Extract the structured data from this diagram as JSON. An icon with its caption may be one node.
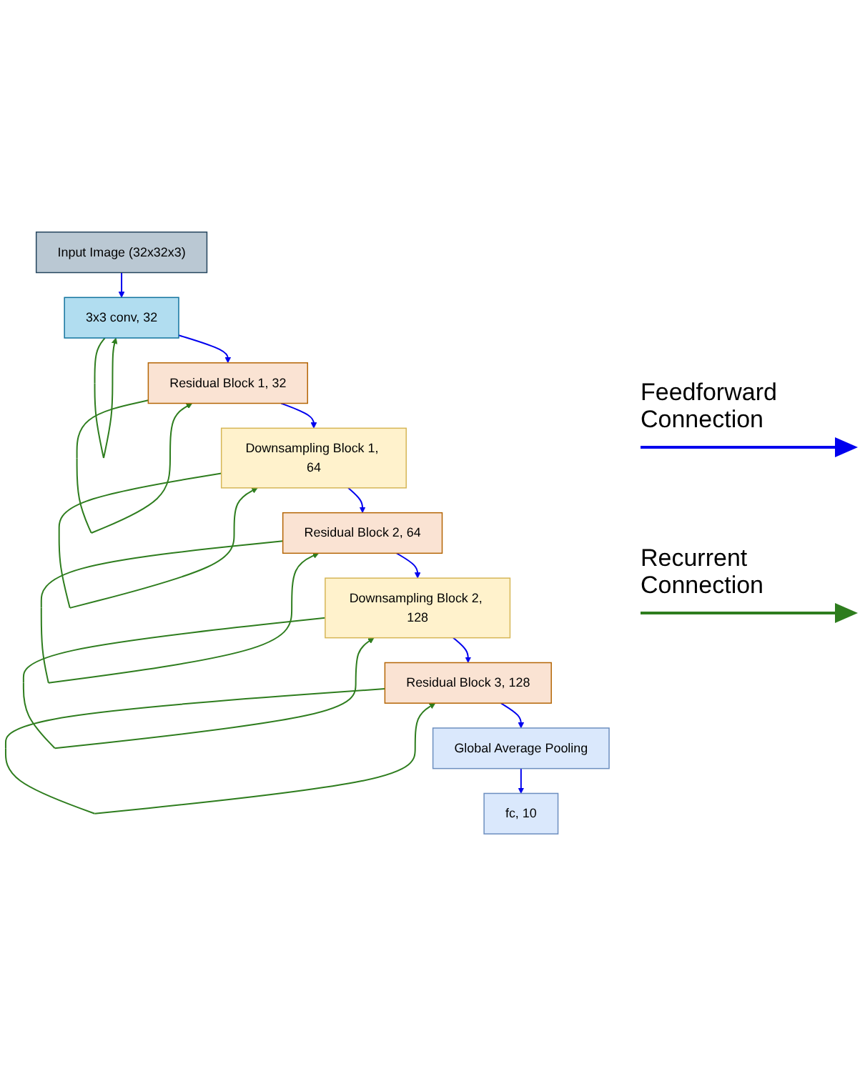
{
  "diagram": {
    "nodes": [
      {
        "text": [
          "Input Image (32x32x3)"
        ]
      },
      {
        "text": [
          "3x3 conv, 32"
        ]
      },
      {
        "text": [
          "Residual Block 1, 32"
        ]
      },
      {
        "text": [
          "Downsampling Block 1, 64"
        ]
      },
      {
        "text": [
          "Residual Block 2, 64"
        ]
      },
      {
        "text": [
          "Downsampling Block 2, 128"
        ]
      },
      {
        "text": [
          "Residual Block 3, 128"
        ]
      },
      {
        "text": [
          "Global Average Pooling"
        ]
      },
      {
        "text": [
          "fc, 10"
        ]
      }
    ],
    "edges": [
      {
        "from": 0,
        "to": 1,
        "arrow": "to"
      },
      {
        "from": 1,
        "to": 1,
        "arrow": "to",
        "color": "#2e7d1e"
      },
      {
        "from": 1,
        "to": 2,
        "arrow": "to"
      },
      {
        "from": 2,
        "to": 2,
        "arrow": "to",
        "color": "#2e7d1e"
      },
      {
        "from": 2,
        "to": 3,
        "arrow": "to"
      },
      {
        "from": 3,
        "to": 3,
        "arrow": "to",
        "color": "#2e7d1e"
      },
      {
        "from": 3,
        "to": 4,
        "arrow": "to"
      },
      {
        "from": 4,
        "to": 4,
        "arrow": "to",
        "color": "#2e7d1e"
      },
      {
        "from": 4,
        "to": 5,
        "arrow": "to"
      },
      {
        "from": 5,
        "to": 5,
        "arrow": "to",
        "color": "#2e7d1e"
      },
      {
        "from": 5,
        "to": 6,
        "arrow": "to"
      },
      {
        "from": 6,
        "to": 6,
        "arrow": "to",
        "color": "#2e7d1e"
      },
      {
        "from": 6,
        "to": 7,
        "arrow": "to"
      },
      {
        "from": 7,
        "to": 8,
        "arrow": "to"
      }
    ],
    "legend": [
      {
        "text": "Feedforward Connection"
      },
      {
        "text": "Recurrent Connection"
      }
    ]
  }
}
